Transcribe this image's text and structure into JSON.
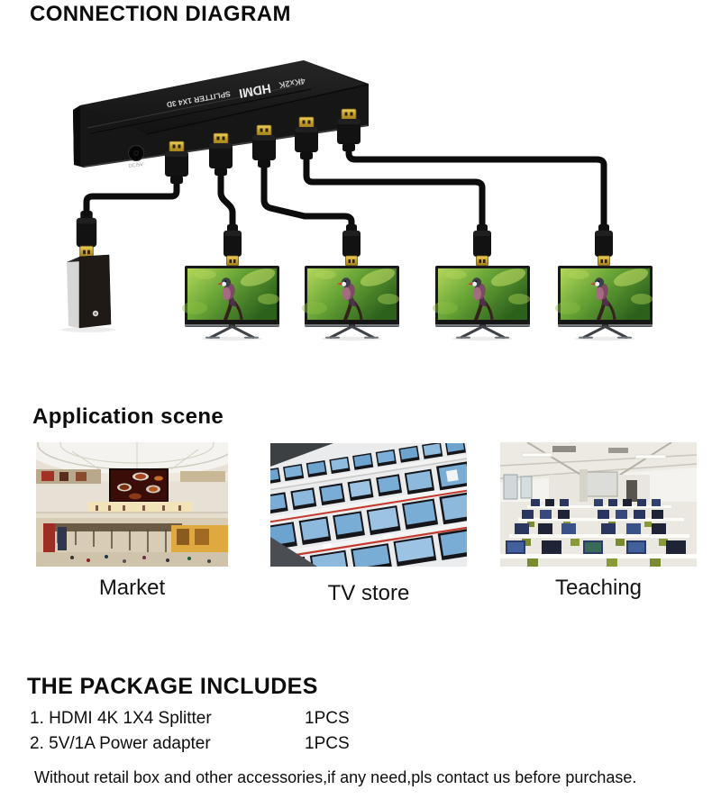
{
  "connection": {
    "title": "CONNECTION DIAGRAM",
    "device": {
      "size": "4Kx2K",
      "brand": "HDMI",
      "model": "SPLITTER 1X4 3D",
      "dc_label": "DC/5V"
    },
    "source_device": "pc-tower",
    "display_count": 4
  },
  "application": {
    "title": "Application scene",
    "scenes": [
      {
        "label": "Market"
      },
      {
        "label": "TV store"
      },
      {
        "label": "Teaching"
      }
    ]
  },
  "package": {
    "title": "THE PACKAGE INCLUDES",
    "items": [
      {
        "name": "1. HDMI 4K 1X4 Splitter",
        "qty": "1PCS"
      },
      {
        "name": "2. 5V/1A Power adapter",
        "qty": "1PCS"
      }
    ],
    "note": "Without retail box and other accessories,if any need,pls contact us before purchase."
  },
  "colors": {
    "background": "#ffffff",
    "device_body": "#1b1b1b",
    "cable": "#0c0c0c",
    "hdmi_gold": "#c8a028",
    "tv_screen_green": "#6aa637",
    "text": "#111111"
  }
}
